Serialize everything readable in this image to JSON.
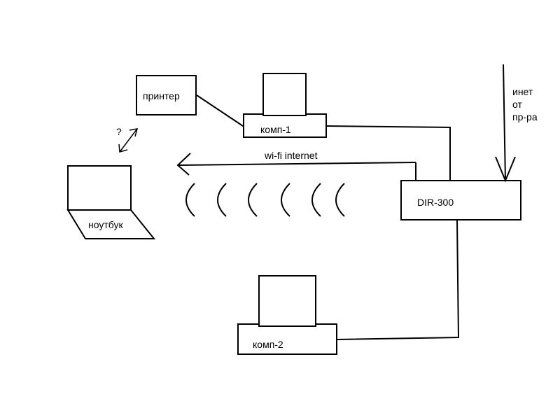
{
  "diagram": {
    "labels": {
      "printer": "принтер",
      "comp1": "комп-1",
      "comp2": "комп-2",
      "laptop": "ноутбук",
      "router": "DIR-300",
      "wifi": "wi-fi internet",
      "question": "?",
      "inet_line1": "инет",
      "inet_line2": "от",
      "inet_line3": "пр-ра"
    },
    "colors": {
      "stroke": "#000000",
      "background": "#ffffff"
    }
  }
}
